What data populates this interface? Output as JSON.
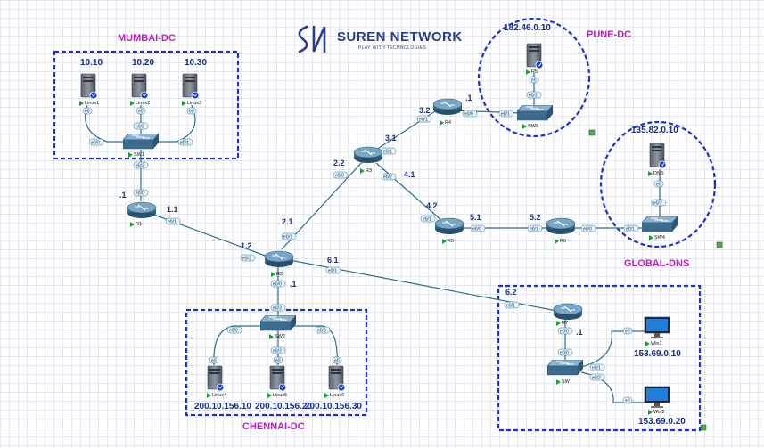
{
  "brand": {
    "name": "SUREN NETWORK",
    "tagline": "PLAY WITH TECHNOLOGIES"
  },
  "zones": {
    "mumbai": "MUMBAI-DC",
    "pune": "PUNE-DC",
    "global": "GLOBAL-DNS",
    "chennai": "CHENNAI-DC"
  },
  "colors": {
    "zone_border": "#1c2fd6",
    "zone_title": "#c21bc2",
    "label": "#1a2d8f",
    "link": "#2f6f8f"
  },
  "devices": {
    "linux1": "Linux1",
    "linux2": "Linux2",
    "linux3": "Linux3",
    "sw1": "SW1",
    "r1": "R1",
    "r2": "R2",
    "r3": "R3",
    "r4": "R4",
    "r5": "R5",
    "r6": "R6",
    "r7": "R7",
    "r5b": "R5",
    "sw3": "SW3",
    "dns": "DNS",
    "sw4": "SW4",
    "sw2": "SW2",
    "linux4": "Linux4",
    "linux5": "Linux5",
    "linux6": "Linux6",
    "sw": "SW",
    "win1": "Win1",
    "win2": "Win2"
  },
  "ips": {
    "linux1": "10.10",
    "linux2": "10.20",
    "linux3": "10.30",
    "pune_r5": "182.46.0.10",
    "dns": "135.82.0.10",
    "linux4": "200.10.156.10",
    "linux5": "200.10.156.20",
    "linux6": "200.10.156.30",
    "win1": "153.69.0.10",
    "win2": "153.69.0.20"
  },
  "labels": {
    "r1_dot1": ".1",
    "r1_1_1": "1.1",
    "r2_1_2": "1.2",
    "r2_2_1": "2.1",
    "r2_6_1": "6.1",
    "r2_dot1": ".1",
    "r3_2_2": "2.2",
    "r3_3_1": "3.1",
    "r3_4_1": "4.1",
    "r4_3_2": "3.2",
    "r4_dot1": ".1",
    "r5_4_2": "4.2",
    "r5_5_1": "5.1",
    "r6_5_2": "5.2",
    "r7_6_2": "6.2",
    "r7_dot1": ".1"
  },
  "ports": {
    "e0": "e0",
    "e00": "e0/0",
    "e01": "e0/1",
    "e02": "e0/2",
    "e03": "e0/3"
  }
}
